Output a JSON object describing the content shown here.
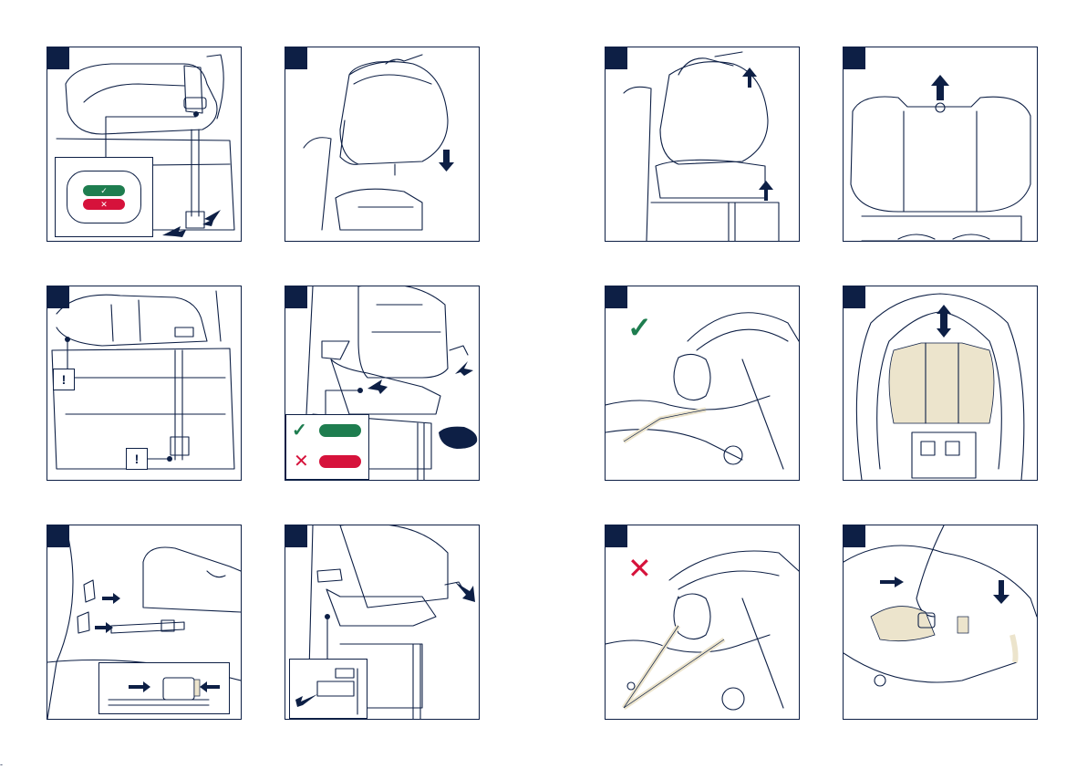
{
  "colors": {
    "ink": "#0d1f45",
    "ok_green": "#1e7d4f",
    "bad_red": "#d6123b",
    "headrest_beige": "#ece4cc"
  },
  "icons": {
    "check": "check-icon",
    "cross": "cross-icon",
    "warning": "exclamation-icon",
    "arrow": "arrow-icon"
  },
  "panels": [
    {
      "id": "p1",
      "badge": ""
    },
    {
      "id": "p2",
      "badge": ""
    },
    {
      "id": "p3",
      "badge": ""
    },
    {
      "id": "p4",
      "badge": ""
    },
    {
      "id": "p5",
      "badge": ""
    },
    {
      "id": "p6",
      "badge": ""
    },
    {
      "id": "p7",
      "badge": ""
    },
    {
      "id": "p8",
      "badge": ""
    },
    {
      "id": "p9",
      "badge": ""
    },
    {
      "id": "p10",
      "badge": ""
    },
    {
      "id": "p11",
      "badge": ""
    },
    {
      "id": "p12",
      "badge": ""
    }
  ],
  "warning_symbol": "!",
  "check_symbol": "✓",
  "cross_symbol": "✕"
}
